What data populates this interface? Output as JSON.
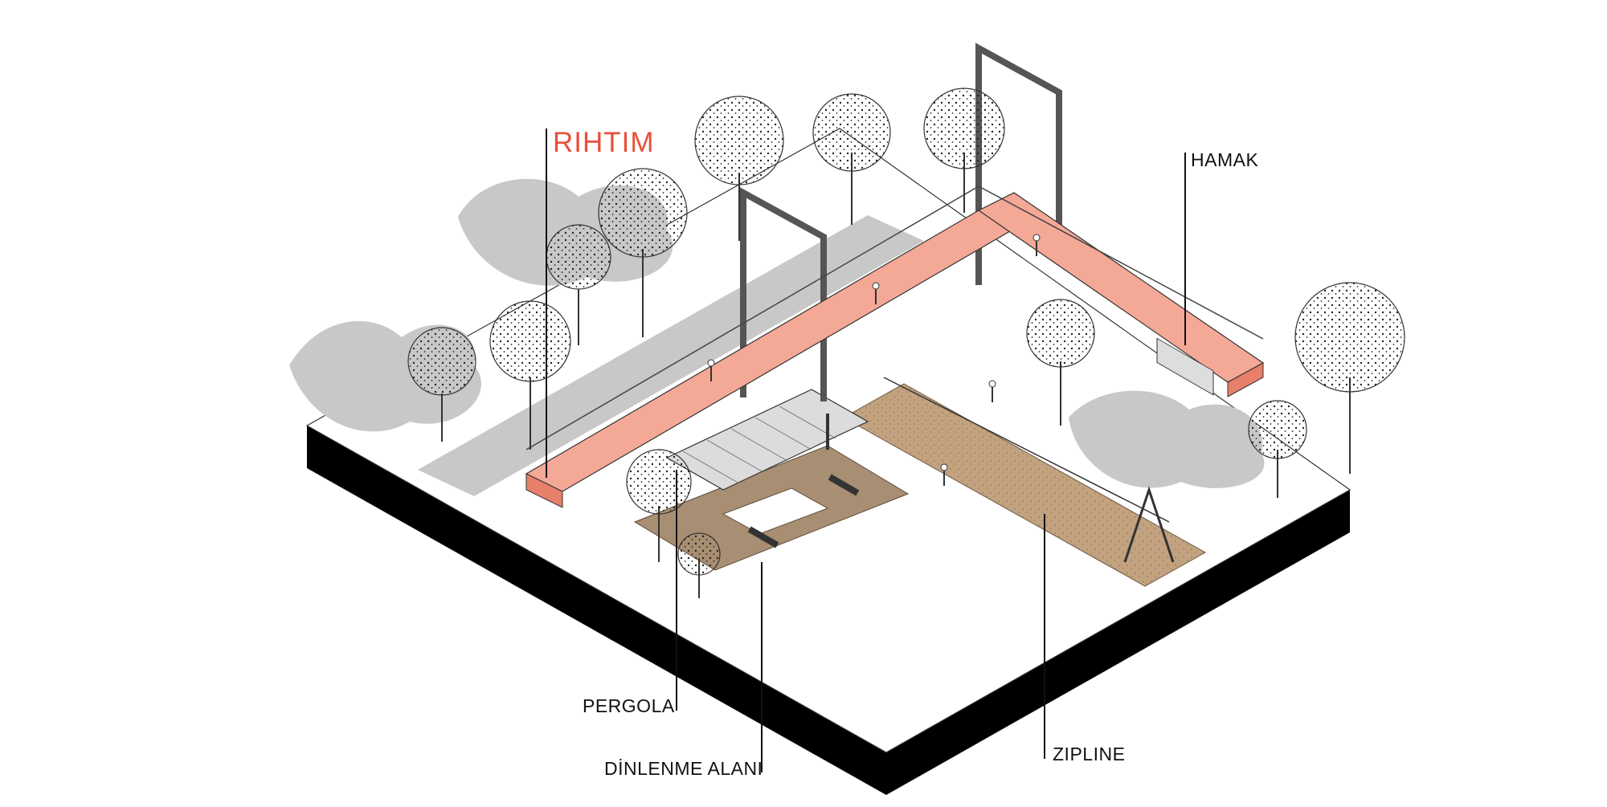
{
  "colors": {
    "accent": "#e8503a",
    "deck": "#f4a896",
    "deck_dark": "#e77f6a",
    "shadow": "#c8c8c8",
    "ground": "#ffffff",
    "base": "#000000",
    "timber": "#a88e72",
    "sand": "#c2a27f",
    "text": "#111111"
  },
  "labels": {
    "rihtim": "RIHTIM",
    "hamak": "HAMAK",
    "pergola": "PERGOLA",
    "dinlenme": "DİNLENME ALANI",
    "zipline": "ZIPLINE"
  },
  "icons": {
    "tree": "tree-icon",
    "person": "person-icon",
    "bench": "bench-icon",
    "swing": "swing-icon"
  }
}
